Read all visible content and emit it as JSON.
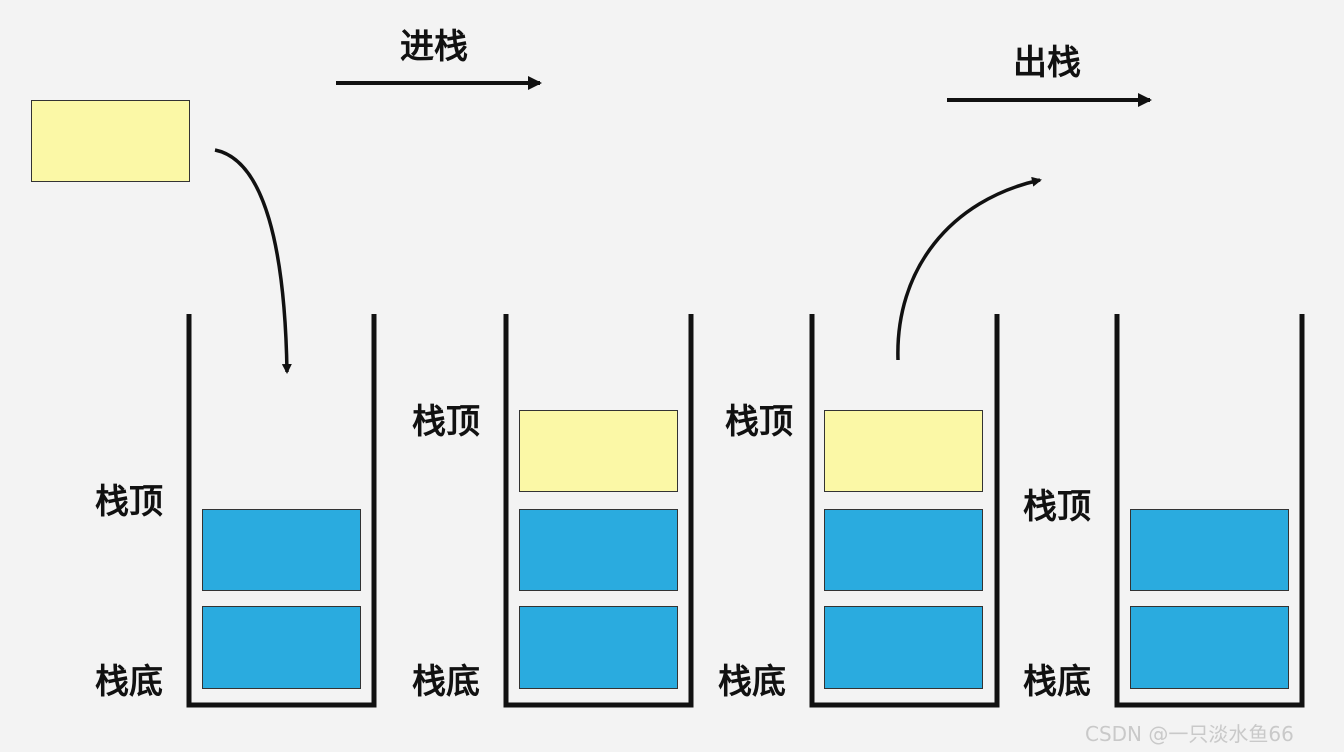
{
  "labels": {
    "push": "进栈",
    "pop": "出栈",
    "top": "栈顶",
    "bottom": "栈底"
  },
  "watermark": "CSDN @一只淡水鱼66",
  "colors": {
    "background": "#f3f3f3",
    "new_element": "#fbf8a6",
    "stack_element": "#2aabdf",
    "stroke": "#111111"
  },
  "stacks": [
    {
      "elements": [
        "stack_element",
        "stack_element"
      ]
    },
    {
      "elements": [
        "stack_element",
        "stack_element",
        "new_element"
      ]
    },
    {
      "elements": [
        "stack_element",
        "stack_element",
        "new_element"
      ]
    },
    {
      "elements": [
        "stack_element",
        "stack_element"
      ]
    }
  ]
}
